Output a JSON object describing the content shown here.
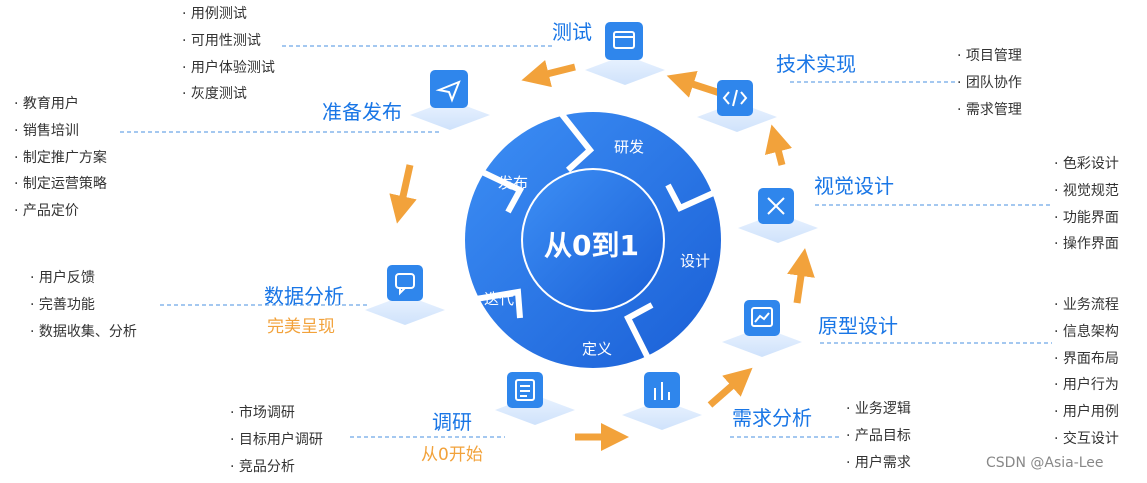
{
  "center": "从0到1",
  "ring": [
    "研发",
    "设计",
    "定义",
    "迭代",
    "发布"
  ],
  "nodes": {
    "test": {
      "title": "测试",
      "items": [
        "用例测试",
        "可用性测试",
        "用户体验测试",
        "灰度测试"
      ]
    },
    "tech": {
      "title": "技术实现",
      "items": [
        "项目管理",
        "团队协作",
        "需求管理"
      ]
    },
    "visual": {
      "title": "视觉设计",
      "items": [
        "色彩设计",
        "视觉规范",
        "功能界面",
        "操作界面"
      ]
    },
    "prototype": {
      "title": "原型设计",
      "items": [
        "业务流程",
        "信息架构",
        "界面布局",
        "用户行为",
        "用户用例",
        "交互设计"
      ]
    },
    "req": {
      "title": "需求分析",
      "items": [
        "业务逻辑",
        "产品目标",
        "用户需求"
      ]
    },
    "research": {
      "title": "调研",
      "subtitle": "从0开始",
      "items": [
        "市场调研",
        "目标用户调研",
        "竞品分析"
      ]
    },
    "data": {
      "title": "数据分析",
      "subtitle": "完美呈现",
      "items": [
        "用户反馈",
        "完善功能",
        "数据收集、分析"
      ]
    },
    "release": {
      "title": "准备发布",
      "items": [
        "教育用户",
        "销售培训",
        "制定推广方案",
        "制定运营策略",
        "产品定价"
      ]
    }
  },
  "watermark": "CSDN @Asia-Lee",
  "colors": {
    "primary": "#1976e6",
    "accent": "#f2a23b",
    "ring": "#1e6fe0"
  },
  "icons": [
    "browser-icon",
    "code-icon",
    "tools-icon",
    "chart-window-icon",
    "bar-chart-icon",
    "document-icon",
    "chat-icon",
    "send-icon"
  ]
}
